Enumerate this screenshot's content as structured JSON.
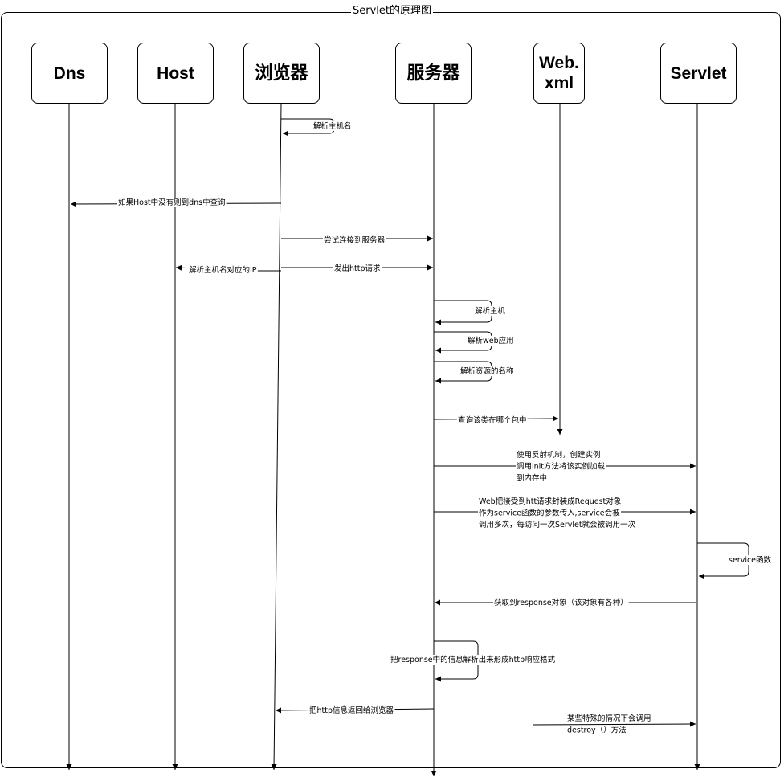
{
  "title": "Servlet的原理图",
  "actors": [
    {
      "id": "dns",
      "label": "Dns"
    },
    {
      "id": "host",
      "label": "Host"
    },
    {
      "id": "browser",
      "label": "浏览器"
    },
    {
      "id": "server",
      "label": "服务器"
    },
    {
      "id": "webxml",
      "label": "Web.\nxml"
    },
    {
      "id": "servlet",
      "label": "Servlet"
    }
  ],
  "messages": [
    {
      "from": "browser",
      "to": "browser",
      "lines": [
        "解析主机名"
      ]
    },
    {
      "from": "browser",
      "to": "dns",
      "lines": [
        "如果Host中没有则到dns中查询"
      ]
    },
    {
      "from": "browser",
      "to": "server",
      "lines": [
        "尝试连接到服务器"
      ]
    },
    {
      "from": "browser",
      "to": "host",
      "lines": [
        "解析主机名对应的IP"
      ]
    },
    {
      "from": "browser",
      "to": "server",
      "lines": [
        "发出http请求"
      ]
    },
    {
      "from": "server",
      "to": "server",
      "lines": [
        "解析主机"
      ]
    },
    {
      "from": "server",
      "to": "server",
      "lines": [
        "解析web应用"
      ]
    },
    {
      "from": "server",
      "to": "server",
      "lines": [
        "解析资源的名称"
      ]
    },
    {
      "from": "server",
      "to": "webxml",
      "lines": [
        "查询该类在哪个包中"
      ]
    },
    {
      "from": "server",
      "to": "servlet",
      "lines": [
        "使用反射机制，创建实例",
        "调用init方法将该实例加载",
        "到内存中"
      ]
    },
    {
      "from": "server",
      "to": "servlet",
      "lines": [
        "Web把接受到htt请求封装成Request对象",
        "作为service函数的参数传入,service会被",
        "调用多次，每访问一次Servlet就会被调用一次"
      ]
    },
    {
      "from": "servlet",
      "to": "servlet",
      "lines": [
        "service函数"
      ]
    },
    {
      "from": "servlet",
      "to": "server",
      "lines": [
        "获取到response对象（该对象有各种）"
      ]
    },
    {
      "from": "server",
      "to": "server",
      "lines": [
        "把response中的信息解析出来形成http响应格式"
      ]
    },
    {
      "from": "server",
      "to": "browser",
      "lines": [
        "把http信息返回给浏览器"
      ]
    },
    {
      "from": "",
      "to": "servlet",
      "lines": [
        "某些特殊的情况下会调用",
        "destroy（）方法"
      ]
    }
  ]
}
